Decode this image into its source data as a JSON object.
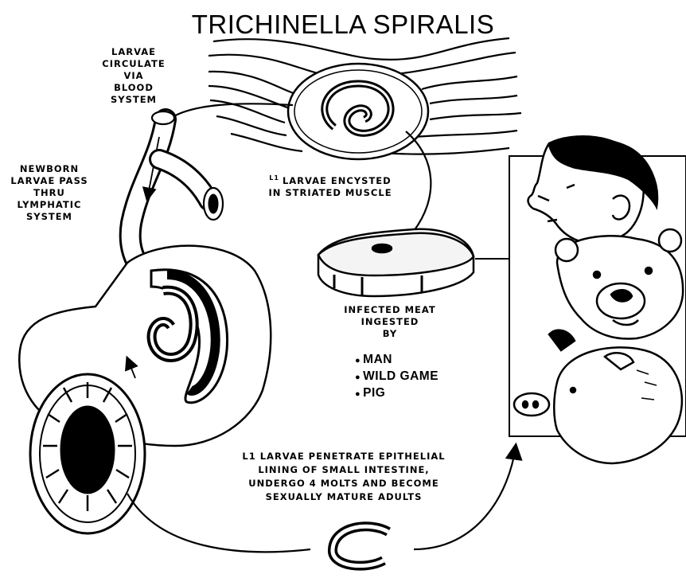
{
  "title": "TRICHINELLA SPIRALIS",
  "steps": {
    "circulate": [
      "LARVAE",
      "CIRCULATE",
      "VIA",
      "BLOOD",
      "SYSTEM"
    ],
    "lymphatic": [
      "NEWBORN",
      "LARVAE PASS",
      "THRU",
      "LYMPHATIC",
      "SYSTEM"
    ],
    "encysted": {
      "stage_label": "L1",
      "lines": [
        "LARVAE ENCYSTED",
        "IN STRIATED MUSCLE"
      ]
    },
    "ingested": {
      "lines": [
        "INFECTED MEAT",
        "INGESTED",
        "BY"
      ],
      "hosts": [
        "MAN",
        "WILD GAME",
        "PIG"
      ]
    },
    "penetrate": [
      "L1 LARVAE PENETRATE EPITHELIAL",
      "LINING OF SMALL INTESTINE,",
      "UNDERGO 4 MOLTS AND BECOME",
      "SEXUALLY MATURE ADULTS"
    ]
  }
}
